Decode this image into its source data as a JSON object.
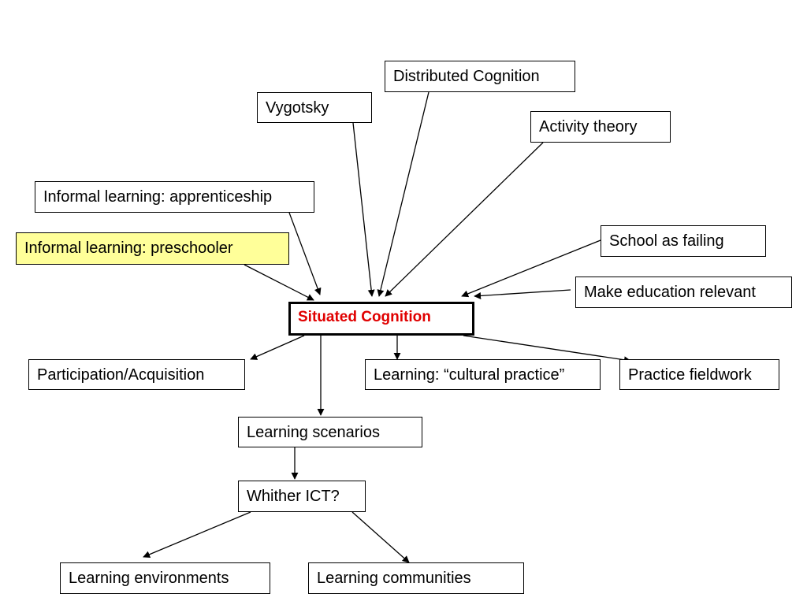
{
  "diagram": {
    "accent_color": "#e00000",
    "highlight_color": "#ffff99",
    "nodes": {
      "distributed_cognition": "Distributed Cognition",
      "vygotsky": "Vygotsky",
      "activity_theory": "Activity theory",
      "informal_apprenticeship": "Informal learning: apprenticeship",
      "informal_preschooler": "Informal learning: preschooler",
      "school_failing": "School as failing",
      "make_relevant": "Make education relevant",
      "situated_cognition": "Situated Cognition",
      "participation": "Participation/Acquisition",
      "cultural_practice": "Learning: “cultural practice”",
      "practice_fieldwork": "Practice fieldwork",
      "learning_scenarios": "Learning scenarios",
      "whither_ict": "Whither ICT?",
      "learning_environments": "Learning environments",
      "learning_communities": "Learning communities"
    }
  }
}
